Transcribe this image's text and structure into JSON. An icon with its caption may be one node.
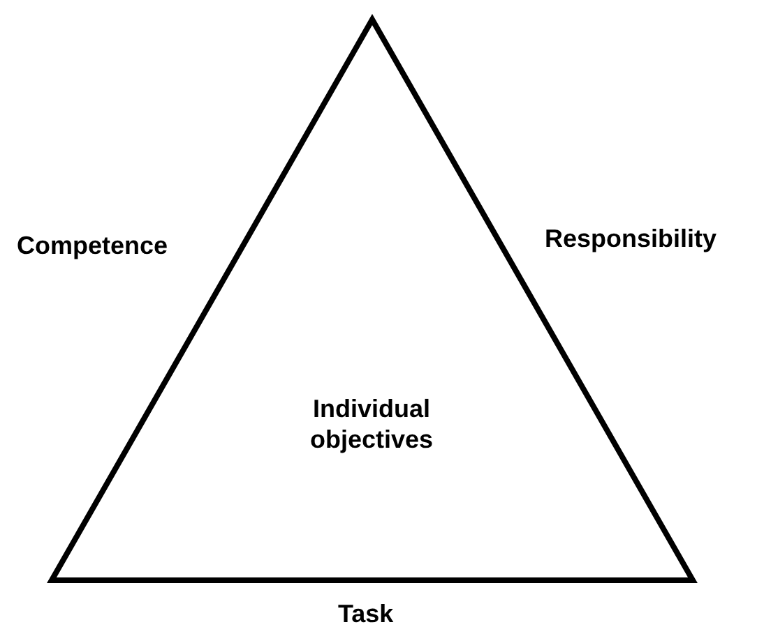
{
  "diagram": {
    "nodes": [
      {
        "text": [
          "Individual objectives"
        ]
      }
    ],
    "labels": [
      "Competence",
      "Responsibility",
      "Task"
    ]
  }
}
